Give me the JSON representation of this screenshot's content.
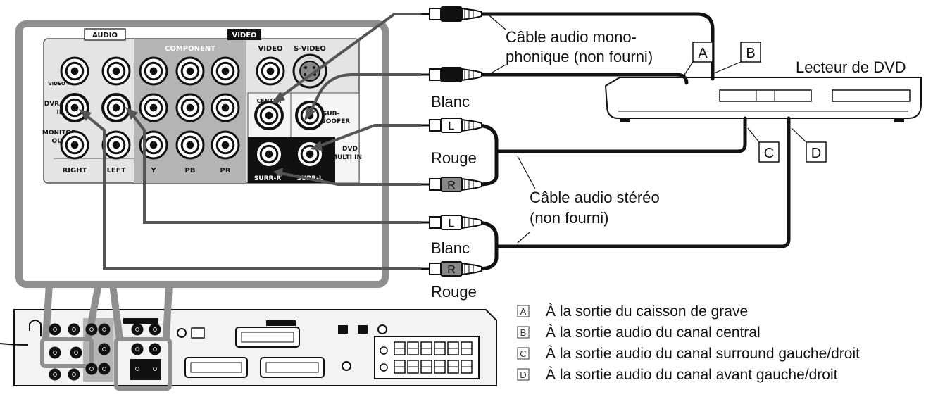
{
  "panel": {
    "audio_label": "AUDIO",
    "video_label": "VIDEO",
    "component_label": "COMPONENT",
    "video_sub_label": "VIDEO",
    "svideo_label": "S-VIDEO",
    "video_in_label": "VIDEO IN",
    "dvr_dvd_in_label_1": "DVR/DVD",
    "dvr_dvd_in_label_2": "IN",
    "monitor_out_label_1": "MONITOR",
    "monitor_out_label_2": "OUT",
    "right_label": "RIGHT",
    "left_label": "LEFT",
    "y_label": "Y",
    "pb_label": "PB",
    "pr_label": "PR",
    "center_label": "CENTER",
    "subwoofer_label_1": "SUB-",
    "subwoofer_label_2": "WOOFER",
    "surr_r_label": "SURR-R",
    "surr_l_label": "SURR-L",
    "dvd_multi_in_label_1": "DVD",
    "dvd_multi_in_label_2": "MULTI IN"
  },
  "labels": {
    "mono_cable_line1": "Câble audio mono-",
    "mono_cable_line2": "phonique (non fourni)",
    "stereo_cable_line1": "Câble audio stéréo",
    "stereo_cable_line2": "(non fourni)",
    "dvd_player": "Lecteur de DVD",
    "blanc_1": "Blanc",
    "rouge_1": "Rouge",
    "blanc_2": "Blanc",
    "rouge_2": "Rouge",
    "plug_l_1": "L",
    "plug_r_1": "R",
    "plug_l_2": "L",
    "plug_r_2": "R"
  },
  "callouts": {
    "a": "A",
    "b": "B",
    "c": "C",
    "d": "D"
  },
  "legend": [
    {
      "key": "A",
      "text": "À la sortie du caisson de grave"
    },
    {
      "key": "B",
      "text": "À la sortie audio du canal central"
    },
    {
      "key": "C",
      "text": "À la sortie audio du canal surround gauche/droit"
    },
    {
      "key": "D",
      "text": "À la sortie audio du canal avant gauche/droit"
    }
  ],
  "colors": {
    "panel_gray": "#c4c4c4",
    "frame_gray": "#8f8f8f",
    "component_gray": "#b0b0b0",
    "cable": "#111111"
  }
}
